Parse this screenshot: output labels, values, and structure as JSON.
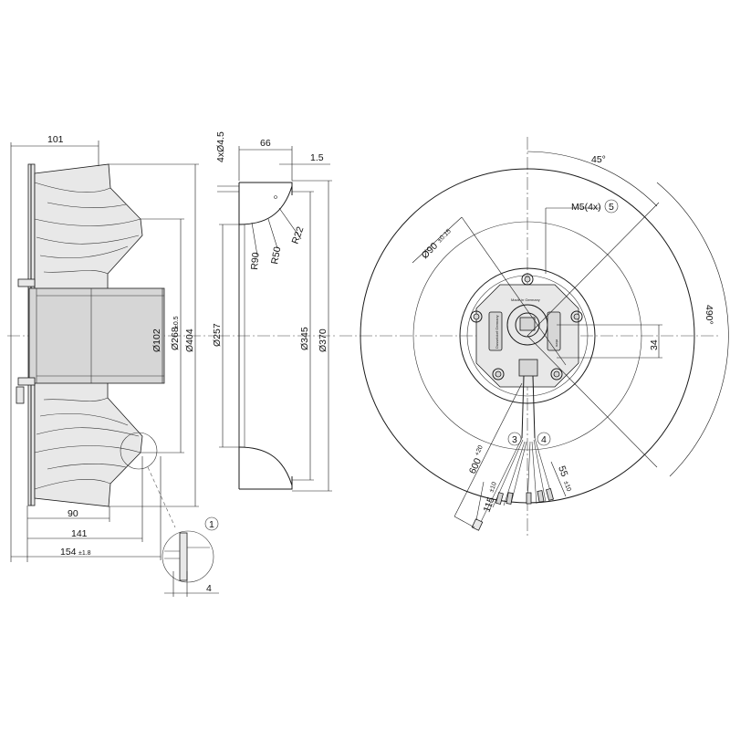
{
  "side_view": {
    "dim_101": "101",
    "dim_90": "90",
    "dim_141": "141",
    "dim_154": "154",
    "dim_154_tol": "±1.8",
    "dia_102": "Ø102",
    "dia_268": "Ø268",
    "dia_268_tol": "±0.5",
    "dia_404": "Ø404"
  },
  "detail": {
    "callout": "1",
    "dim_4": "4"
  },
  "section_view": {
    "holes": "4xØ4.5",
    "dim_66": "66",
    "dim_1_5": "1.5",
    "r22": "R22",
    "r50": "R50",
    "r90": "R90",
    "dia_257": "Ø257",
    "dia_345": "Ø345",
    "dia_370": "Ø370"
  },
  "front_view": {
    "angle_45": "45°",
    "thread": "M5(4x)",
    "thread_callout": "5",
    "dia_90": "Ø90",
    "dia_90_tol": "±0.15",
    "dia_490": "490°",
    "dim_34": "34",
    "callout_3": "3",
    "callout_4": "4",
    "cable_600": "600",
    "cable_600_tol": "+20",
    "cable_115": "115",
    "cable_115_tol": "±10",
    "cable_55": "55",
    "cable_55_tol": "±10",
    "label_made": "Made in Germany",
    "label_left": "Dusseldorf Germany",
    "label_right": "ebm"
  }
}
